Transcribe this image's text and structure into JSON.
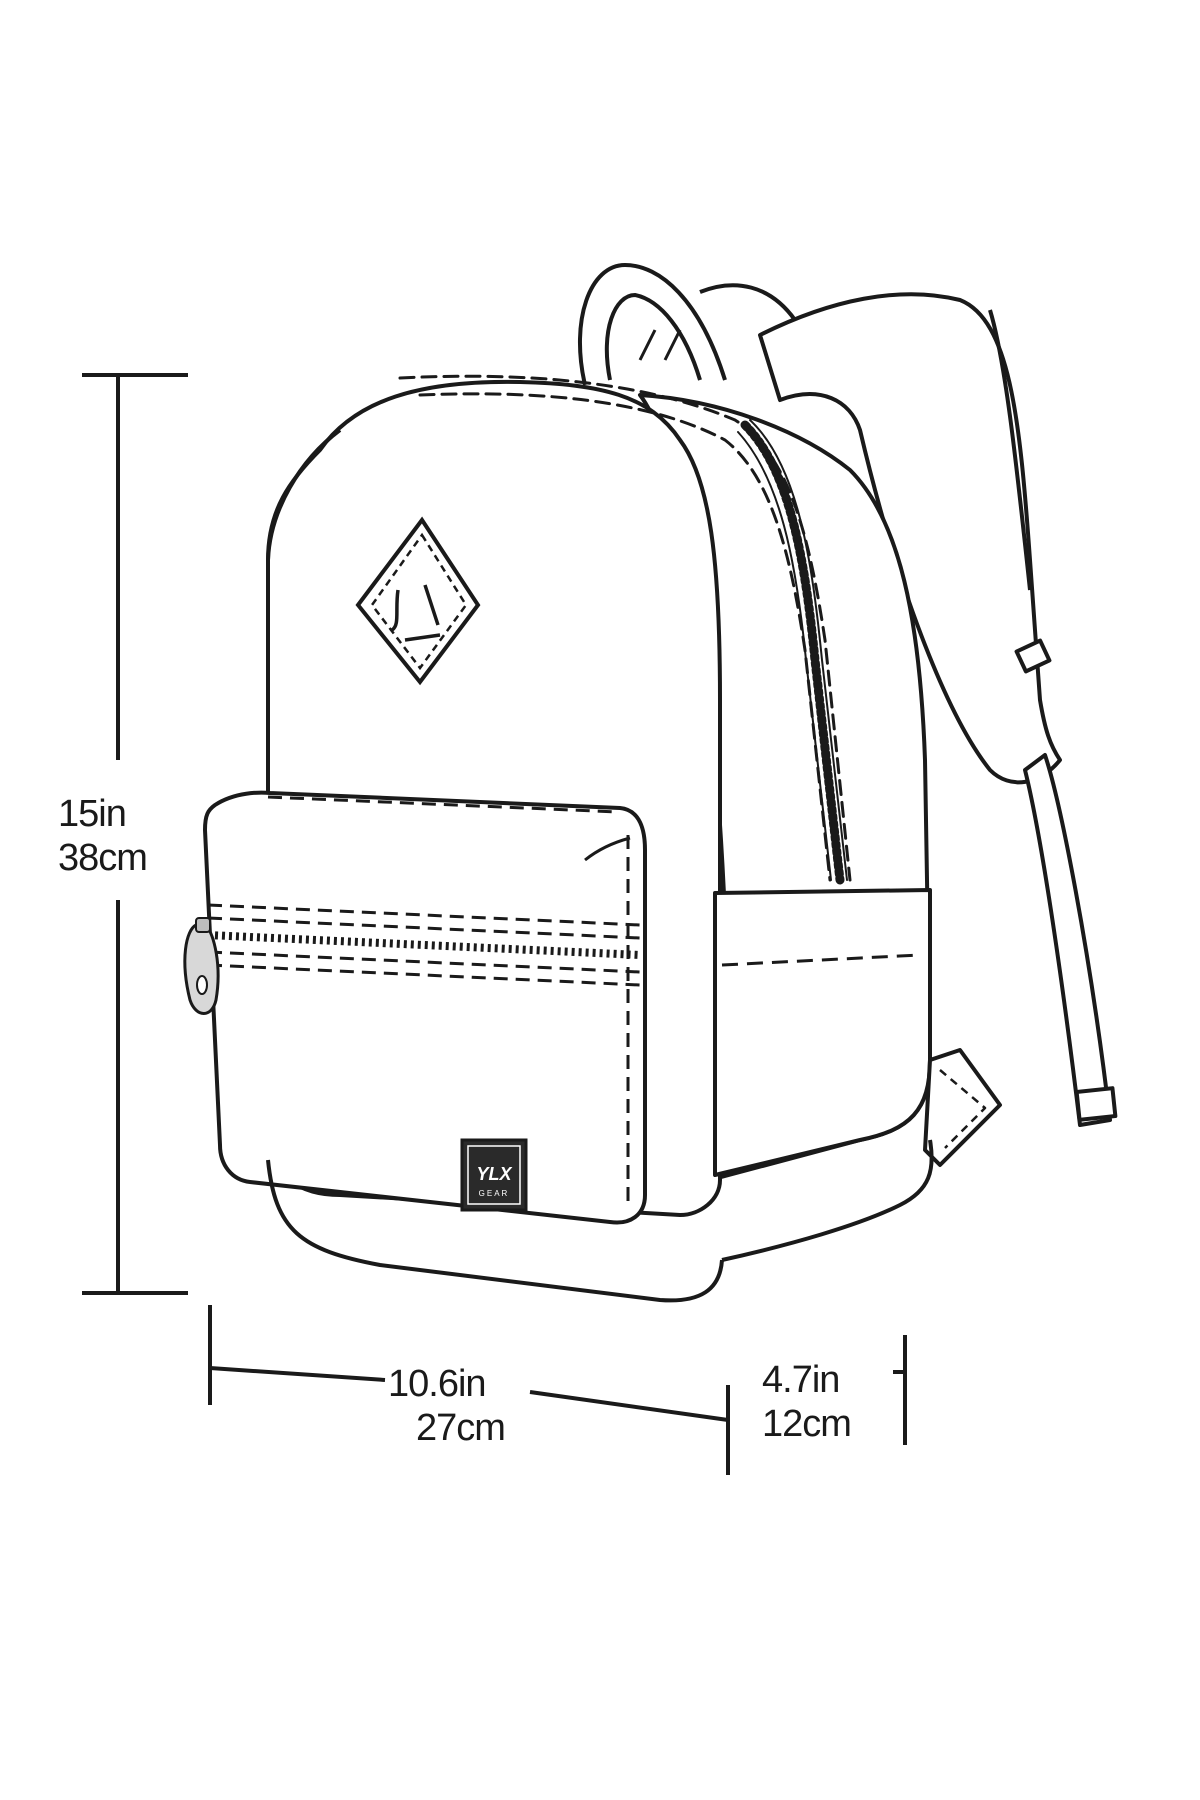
{
  "product": {
    "type": "backpack outline drawing",
    "logo_text": "YLX",
    "logo_subtext": "GEAR"
  },
  "dimensions": {
    "height": {
      "imperial": "15in",
      "metric": "38cm"
    },
    "width": {
      "imperial": "10.6in",
      "metric": "27cm"
    },
    "depth": {
      "imperial": "4.7in",
      "metric": "12cm"
    }
  },
  "colors": {
    "line": "#1a1a1a",
    "background": "#ffffff",
    "logo_fill": "#2a2a2a",
    "zipper_pull": "#d8d8d8"
  }
}
